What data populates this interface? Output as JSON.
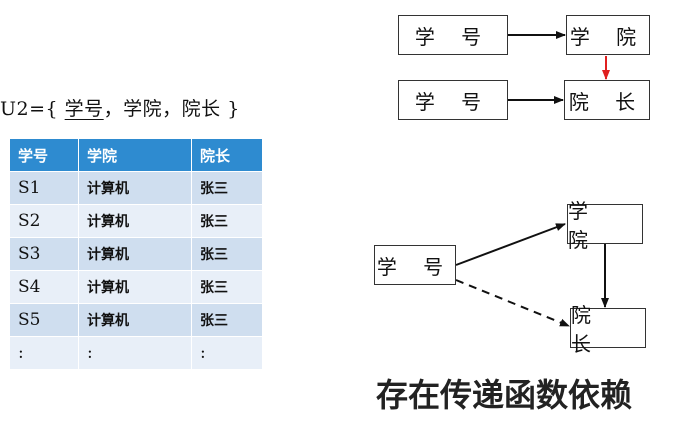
{
  "relation": {
    "prefix": "U2={ ",
    "key": "学号",
    "rest": "，学院，院长 }"
  },
  "table": {
    "headers": [
      "学号",
      "学院",
      "院长"
    ],
    "rows": [
      [
        "S1",
        "计算机",
        "张三"
      ],
      [
        "S2",
        "计算机",
        "张三"
      ],
      [
        "S3",
        "计算机",
        "张三"
      ],
      [
        "S4",
        "计算机",
        "张三"
      ],
      [
        "S5",
        "计算机",
        "张三"
      ],
      [
        ":",
        ":",
        ":"
      ]
    ]
  },
  "diagram_top": {
    "box_student_id_1": "学 号",
    "box_school_1": "学 院",
    "box_student_id_2": "学 号",
    "box_dean_1": "院 长"
  },
  "diagram_bottom": {
    "box_student_id": "学 号",
    "box_school": "学 院",
    "box_dean": "院 长"
  },
  "colors": {
    "header_bg": "#2e8bd0",
    "row_odd": "#cfdeef",
    "row_even": "#e8eff8",
    "arrow_red": "#e02020"
  },
  "caption": "存在传递函数依赖"
}
